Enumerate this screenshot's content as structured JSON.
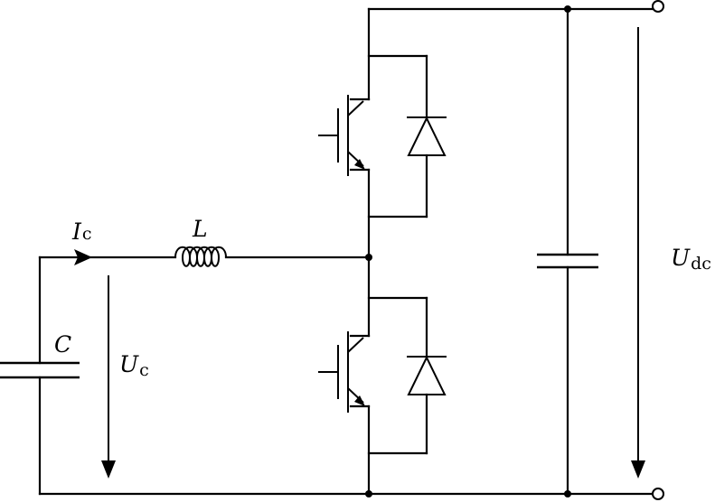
{
  "labels": {
    "current": {
      "main": "I",
      "sub": "c"
    },
    "inductor": {
      "main": "L"
    },
    "capacitor": {
      "main": "C"
    },
    "cap_voltage": {
      "main": "U",
      "sub": "c"
    },
    "dc_voltage": {
      "main": "U",
      "sub": "dc"
    }
  }
}
